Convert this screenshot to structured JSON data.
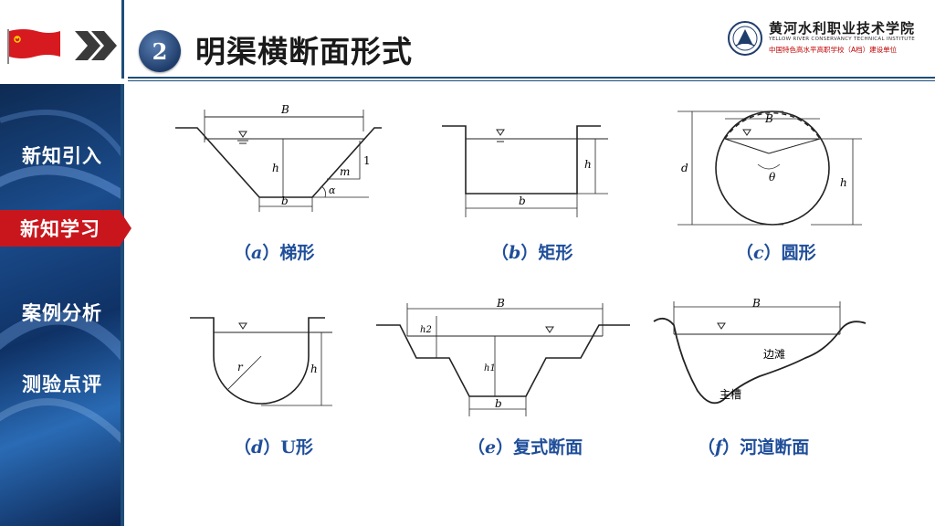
{
  "header": {
    "section_number": "2",
    "title": "明渠横断面形式",
    "institution_name": "黄河水利职业技术学院",
    "institution_en": "YELLOW RIVER CONSERVANCY TECHNICAL INSTITUTE",
    "institution_sub": "中国特色高水平高职学校（A档）建设单位"
  },
  "sidebar": {
    "items": [
      {
        "label": "新知引入",
        "active": false
      },
      {
        "label": "新知学习",
        "active": true
      },
      {
        "label": "案例分析",
        "active": false
      },
      {
        "label": "测验点评",
        "active": false
      }
    ]
  },
  "figures": [
    {
      "id": "a",
      "paren_letter": "a",
      "name": "梯形",
      "labels": [
        "B",
        "h",
        "b",
        "m",
        "1",
        "α"
      ]
    },
    {
      "id": "b",
      "paren_letter": "b",
      "name": "矩形",
      "labels": [
        "h",
        "b"
      ]
    },
    {
      "id": "c",
      "paren_letter": "c",
      "name": "圆形",
      "labels": [
        "B",
        "d",
        "θ",
        "h"
      ]
    },
    {
      "id": "d",
      "paren_letter": "d",
      "name": "U形",
      "labels": [
        "r",
        "h"
      ]
    },
    {
      "id": "e",
      "paren_letter": "e",
      "name": "复式断面",
      "labels": [
        "B",
        "h2",
        "h1",
        "b"
      ]
    },
    {
      "id": "f",
      "paren_letter": "f",
      "name": "河道断面",
      "labels": [
        "B",
        "边滩",
        "主槽"
      ]
    }
  ],
  "colors": {
    "accent_blue": "#1f4e79",
    "caption_blue": "#1f4e9a",
    "active_red": "#c9161d"
  }
}
